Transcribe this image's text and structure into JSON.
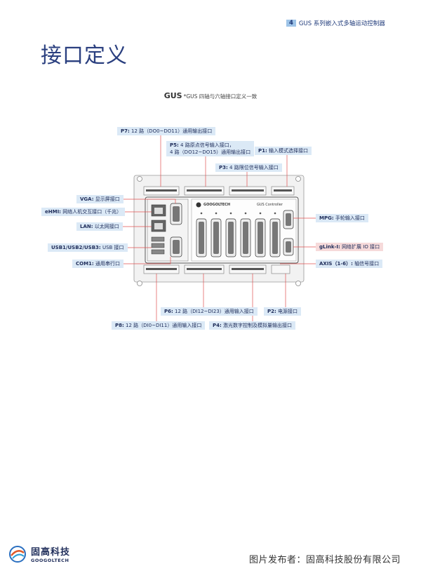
{
  "header": {
    "chapter": "4",
    "section_title": "GUS 系列嵌入式多轴运动控制器"
  },
  "page_title": "接口定义",
  "diagram": {
    "caption_brand": "GUS",
    "caption_text": "*GUS 四轴与六轴接口定义一致",
    "device_brand": "GOOGOLTECH",
    "device_model": "GUS Controller",
    "labels": {
      "p7": {
        "key": "P7:",
        "text": "12 路（DO0~DO11）通用输出接口"
      },
      "p5_line1": {
        "key": "P5:",
        "text": "4 路原点信号输入接口，"
      },
      "p5_line2": "4 路（DO12~DO15）通用输出接口",
      "p1": {
        "key": "P1:",
        "text": "输入模式选择接口"
      },
      "p3": {
        "key": "P3:",
        "text": "4 路限位信号输入接口"
      },
      "vga": {
        "key": "VGA:",
        "text": "显示屏接口"
      },
      "ehmi": {
        "key": "eHMI:",
        "text": "网络人机交互接口（千兆）"
      },
      "lan": {
        "key": "LAN:",
        "text": "以太网接口"
      },
      "usb": {
        "key": "USB1/USB2/USB3:",
        "text": "USB 接口"
      },
      "com1": {
        "key": "COM1:",
        "text": "通用串行口"
      },
      "mpg": {
        "key": "MPG:",
        "text": "手轮输入接口"
      },
      "glink": {
        "key": "gLink-I:",
        "text": "网络扩展 IO 接口"
      },
      "axis": {
        "key": "AXIS（1-6）:",
        "text": "轴信号接口"
      },
      "p6": {
        "key": "P6:",
        "text": "12 路（DI12~DI23）通用输入接口"
      },
      "p2": {
        "key": "P2:",
        "text": "电源接口"
      },
      "p8": {
        "key": "P8:",
        "text": "12 路（DI0~DI11）通用输入接口"
      },
      "p4": {
        "key": "P4:",
        "text": "激光数字控制及模拟量输出接口"
      }
    }
  },
  "footer": {
    "logo_cn": "固高科技",
    "logo_en": "GOOGOLTECH",
    "publisher": "图片发布者：固高科技股份有限公司"
  },
  "colors": {
    "accent": "#dbe9f6",
    "alert": "#f6dada",
    "leader": "#e05050",
    "title": "#2a3f7f"
  }
}
